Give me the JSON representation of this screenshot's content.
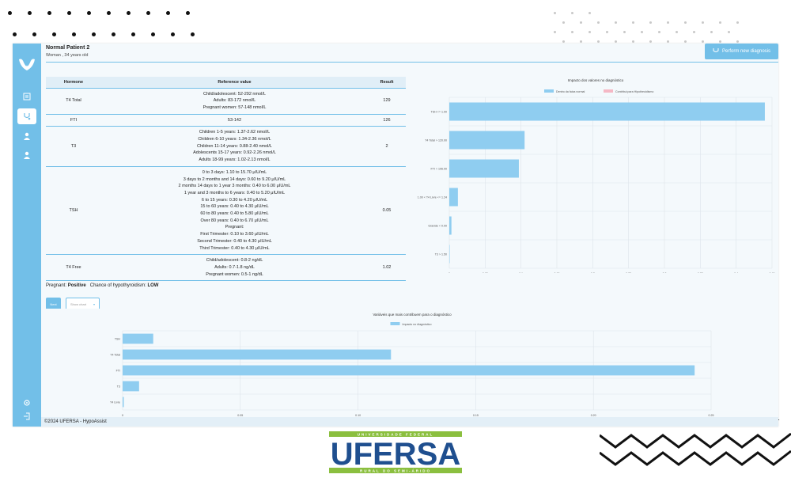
{
  "header": {
    "title": "Normal Patient 2",
    "subtitle": "Woman , 34 years old",
    "new_button": "Perform new diagnosis"
  },
  "sidebar": {
    "items": [
      {
        "icon": "clipboard-icon"
      },
      {
        "icon": "stethoscope-icon",
        "active": true
      },
      {
        "icon": "user-icon"
      },
      {
        "icon": "user-add-icon"
      }
    ],
    "bottom": [
      {
        "icon": "gear-icon"
      },
      {
        "icon": "logout-icon"
      }
    ]
  },
  "table": {
    "headers": [
      "Hormone",
      "Reference value",
      "Result"
    ],
    "rows": [
      {
        "hormone": "T4 Total",
        "ref": [
          "Child/adolescent: 52-292 nmol/L",
          "Adults: 83-172 nmol/L",
          "Pregnant women: 57-148 nmol/L"
        ],
        "result": "129"
      },
      {
        "hormone": "FTI",
        "ref": [
          "53-142"
        ],
        "result": "126"
      },
      {
        "hormone": "T3",
        "ref": [
          "Children 1-5 years: 1.37-2.62 nmol/L",
          "Children 6-10 years: 1.34-2.36 nmol/L",
          "Children 11-14 years: 0.88-2.40 nmol/L",
          "Adolescents 15-17 years: 0.92-2.26 nmol/L",
          "Adults 18-99 years: 1.02-2.13 nmol/L"
        ],
        "result": "2"
      },
      {
        "hormone": "TSH",
        "ref": [
          "0 to 3 days: 1.10 to 15.70 μIU/mL",
          "3 days to 2 months and 14 days: 0.60 to 9.20 μIU/mL",
          "2 months 14 days to 1 year 3 months: 0.40 to 6.00 μIU/mL",
          "1 year and 3 months to 6 years: 0.40 to 5.20 μIU/mL",
          "6 to 15 years: 0.30 to 4.20 μIU/mL",
          "15 to 60 years: 0.40 to 4.30 μIU/mL",
          "60 to 80 years: 0.40 to 5.80 μIU/mL",
          "Over 80 years: 0.40 to 6.70 μIU/mL",
          "Pregnant:",
          "First Trimester: 0.10 to 3.60 μIU/mL",
          "Second Trimester: 0.40 to 4.30 μIU/mL",
          "Third Trimester: 0.40 to 4.30 μIU/mL"
        ],
        "result": "0.05"
      },
      {
        "hormone": "T4 Free",
        "ref": [
          "Child/adolescent: 0.8-2 ng/dL",
          "Adults: 0.7-1.8 ng/dL",
          "Pregnant women: 0.5-1 ng/dL"
        ],
        "result": "1.02"
      }
    ]
  },
  "status": {
    "pregnant_label": "Pregnant:",
    "pregnant_value": "Positive",
    "chance_label": "Chance of hypothyroidism:",
    "chance_value": "LOW"
  },
  "controls": {
    "small_button": "Next",
    "select_value": "Show chart"
  },
  "footer": {
    "text": "©2024 UFERSA - HypoAssist"
  },
  "brand": {
    "logo_text": "UFERSA",
    "logo_top": "UNIVERSIDADE FEDERAL",
    "logo_bottom": "RURAL DO SEMI-ÁRIDO"
  },
  "colors": {
    "accent": "#72bfe8",
    "bar": "#8fcdf0",
    "legend_pink": "#f5b8c5"
  },
  "chart_data": [
    {
      "type": "bar",
      "orientation": "horizontal",
      "title": "Impacto dos valores no diagnóstico",
      "legend": [
        "Dentro da faixa normal",
        "Contribui para Hipotireoidismo"
      ],
      "legend_position": "top",
      "categories": [
        "TSH <= 1.00",
        "T4 Total > 120.00",
        "FTI > 106.00",
        "1.00 < T4 Livre <= 1.24",
        "Gravide < 0.00",
        "T3 > 1.50"
      ],
      "values": [
        0.44,
        0.105,
        0.097,
        0.012,
        0.003,
        0.0
      ],
      "xlim": [
        0,
        0.45
      ],
      "xticks": [
        "0",
        "0.05",
        "0.1",
        "0.15",
        "0.2",
        "0.25",
        "0.3",
        "0.35",
        "0.4",
        "0.45"
      ],
      "grid": true
    },
    {
      "type": "bar",
      "orientation": "horizontal",
      "title": "Variáveis que mais contribuem para o diagnóstico",
      "legend": [
        "Impacto no diagnóstico"
      ],
      "legend_position": "top",
      "categories": [
        "TSH",
        "T4 Total",
        "FTI",
        "T3",
        "T4 Livre"
      ],
      "values": [
        0.013,
        0.114,
        0.243,
        0.007,
        0.0005
      ],
      "xlim": [
        0,
        0.25
      ],
      "xticks": [
        "0",
        "0.05",
        "0.10",
        "0.15",
        "0.20",
        "0.25"
      ],
      "grid": true
    }
  ]
}
